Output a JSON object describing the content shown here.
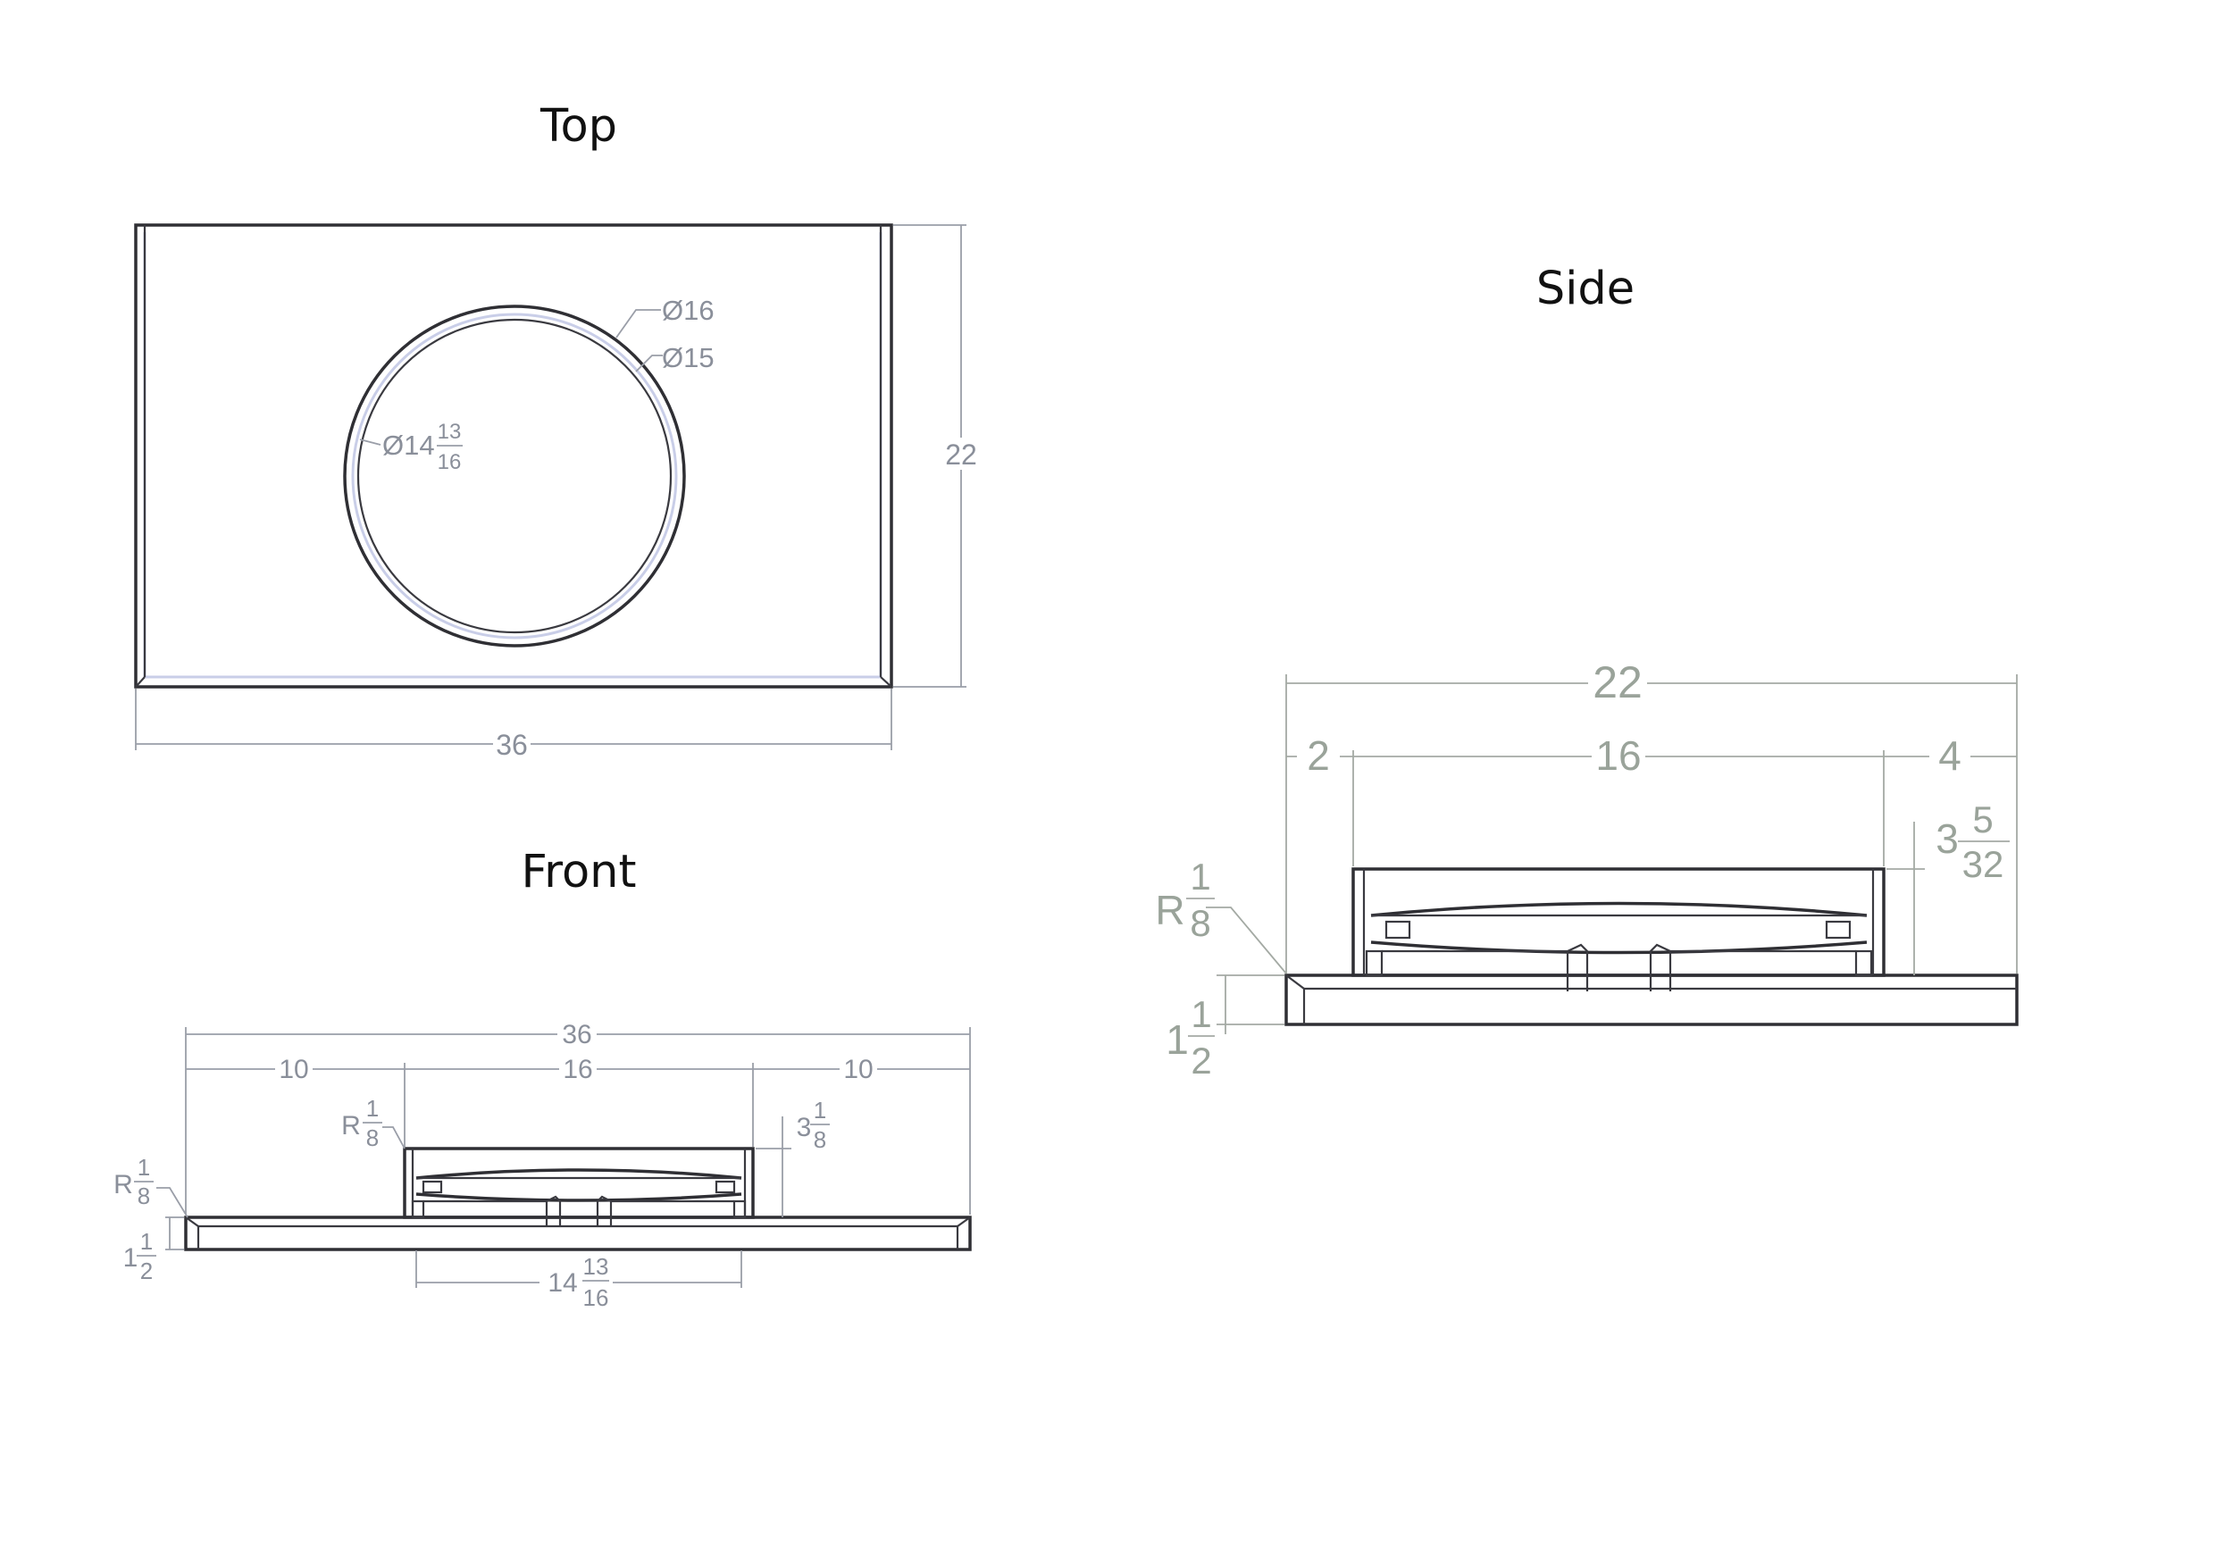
{
  "views": {
    "top": {
      "title": "Top"
    },
    "side": {
      "title": "Side"
    },
    "front": {
      "title": "Front"
    }
  },
  "top_dims": {
    "outer_diameter": "Ø16",
    "mid_diameter": "Ø15",
    "inner_diameter_whole": "Ø14",
    "inner_diameter_num": "13",
    "inner_diameter_den": "16",
    "height": "22",
    "width": "36"
  },
  "front_dims": {
    "overall": "36",
    "left_offset": "10",
    "bowl_width": "16",
    "right_offset": "10",
    "radius_prefix": "R",
    "radius_num": "1",
    "radius_den": "8",
    "edge_radius_prefix": "R",
    "edge_radius_num": "1",
    "edge_radius_den": "8",
    "bowl_height_whole": "3",
    "bowl_height_num": "1",
    "bowl_height_den": "8",
    "slab_whole": "1",
    "slab_num": "1",
    "slab_den": "2",
    "drain_whole": "14",
    "drain_num": "13",
    "drain_den": "16"
  },
  "side_dims": {
    "overall": "22",
    "left_offset": "2",
    "bowl_width": "16",
    "right_offset": "4",
    "bowl_height_whole": "3",
    "bowl_height_num": "5",
    "bowl_height_den": "32",
    "radius_prefix": "R",
    "radius_num": "1",
    "radius_den": "8",
    "slab_whole": "1",
    "slab_num": "1",
    "slab_den": "2"
  }
}
